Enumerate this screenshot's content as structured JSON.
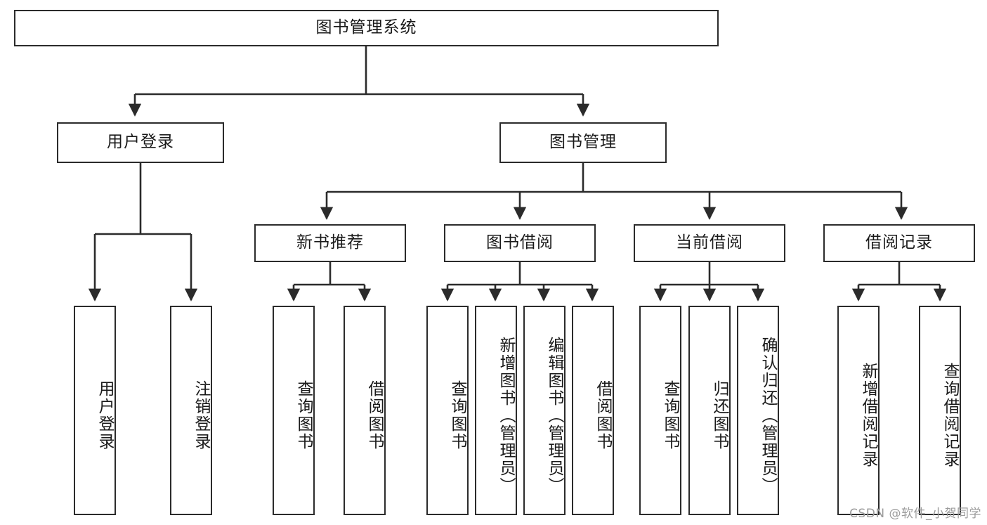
{
  "diagram": {
    "title": "图书管理系统",
    "type": "hierarchy-tree",
    "colors": {
      "border": "#2b2b2b",
      "text": "#1a1a1a",
      "background": "#ffffff",
      "watermark": "#9b9b9b"
    },
    "root": {
      "label": "图书管理系统"
    },
    "level1": [
      {
        "label": "用户登录"
      },
      {
        "label": "图书管理"
      }
    ],
    "level2": [
      {
        "label": "新书推荐"
      },
      {
        "label": "图书借阅"
      },
      {
        "label": "当前借阅"
      },
      {
        "label": "借阅记录"
      }
    ],
    "leaves": {
      "user_login": [
        {
          "label": "用户登录"
        },
        {
          "label": "注销登录"
        }
      ],
      "new_book": [
        {
          "label": "查询图书"
        },
        {
          "label": "借阅图书"
        }
      ],
      "book_borrow": [
        {
          "label": "查询图书"
        },
        {
          "label": "新增图书（管理员）"
        },
        {
          "label": "编辑图书（管理员）"
        },
        {
          "label": "借阅图书"
        }
      ],
      "current_borrow": [
        {
          "label": "查询图书"
        },
        {
          "label": "归还图书"
        },
        {
          "label": "确认归还（管理员）"
        }
      ],
      "borrow_record": [
        {
          "label": "新增借阅记录"
        },
        {
          "label": "查询借阅记录"
        }
      ]
    }
  },
  "watermark": {
    "text": "CSDN @软件_小贺同学"
  }
}
